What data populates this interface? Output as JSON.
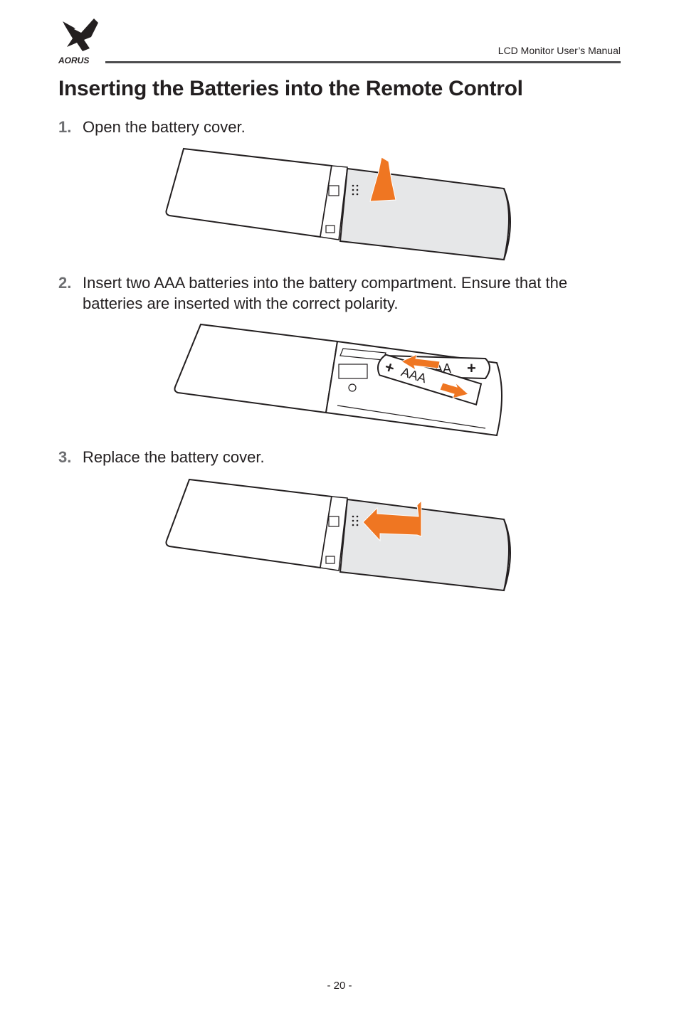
{
  "header": {
    "brand": "AORUS",
    "doc_title": "LCD Monitor User’s Manual"
  },
  "page_title": "Inserting the Batteries into the Remote Control",
  "steps": [
    {
      "number": "1.",
      "text": "Open the battery cover."
    },
    {
      "number": "2.",
      "text": "Insert two AAA batteries into the battery compartment. Ensure that the batteries are inserted with the correct polarity."
    },
    {
      "number": "3.",
      "text": "Replace the battery cover."
    }
  ],
  "battery_labels": {
    "top": "AAA",
    "bottom": "AAA",
    "plus": "+"
  },
  "colors": {
    "accent_orange": "#ef7622",
    "cover_gray": "#e6e7e8",
    "rule_gray": "#4d4d4f"
  },
  "footer": {
    "page_number": "- 20 -"
  }
}
